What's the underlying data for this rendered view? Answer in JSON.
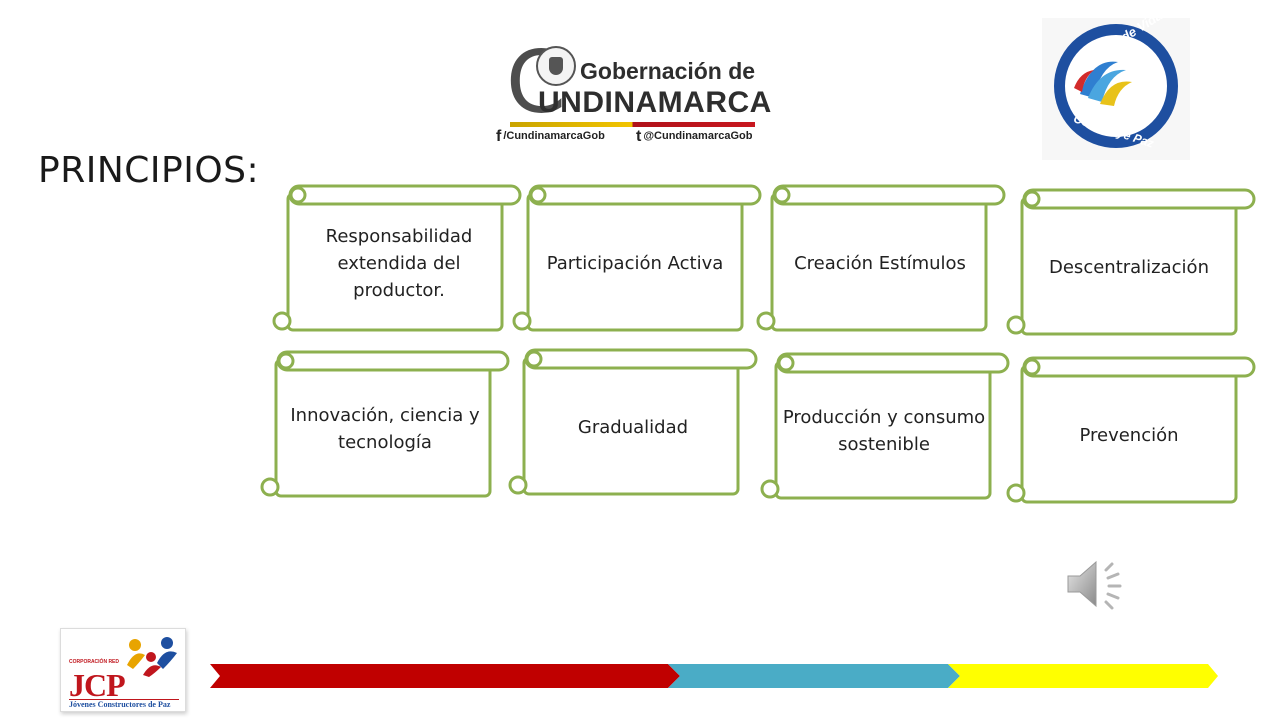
{
  "heading": "PRINCIPIOS:",
  "gov_logo": {
    "line1": "Gobernación de",
    "line2": "UNDINAMARCA",
    "big_letter": "C",
    "facebook": "/CundinamarcaGob",
    "twitter": "@CundinamarcaGob"
  },
  "cdv_logo": {
    "top_text": "Calidad de Vida",
    "bottom_text": "Construye Paz"
  },
  "principles": [
    "Responsabilidad extendida del productor.",
    "Participación Activa",
    "Creación Estímulos",
    "Descentralización",
    "Innovación, ciencia y tecnología",
    "Gradualidad",
    "Producción y consumo sostenible",
    "Prevención"
  ],
  "jcp_logo": {
    "corp": "CORPORACIÓN RED",
    "name": "JCP",
    "tagline": "Jóvenes Constructores de Paz"
  },
  "colors": {
    "scroll_border": "#8db04f",
    "bar_red": "#c00000",
    "bar_blue": "#4aacc6",
    "bar_yellow": "#ffff00"
  }
}
